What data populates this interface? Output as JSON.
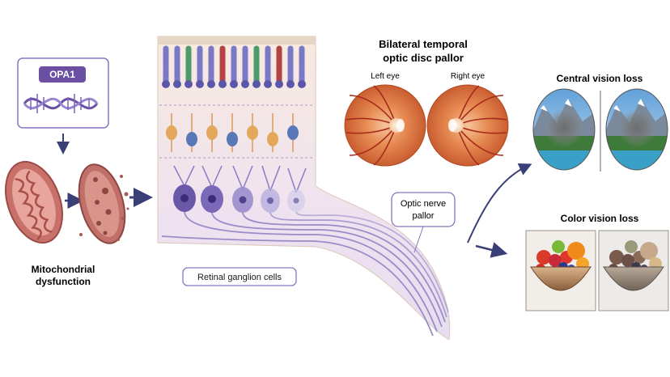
{
  "gene": {
    "label": "OPA1"
  },
  "mito": {
    "caption_line1": "Mitochondrial",
    "caption_line2": "dysfunction"
  },
  "retina": {
    "caption": "Retinal ganglion cells"
  },
  "optic_disc": {
    "title_line1": "Bilateral temporal",
    "title_line2": "optic disc pallor",
    "left_label": "Left eye",
    "right_label": "Right eye"
  },
  "optic_nerve": {
    "label_line1": "Optic nerve",
    "label_line2": "pallor"
  },
  "central_vision": {
    "title": "Central vision loss"
  },
  "color_vision": {
    "title": "Color vision loss"
  },
  "colors": {
    "gene_purple": "#6a4fa3",
    "gene_border": "#8a73c2",
    "mito_red": "#b9645c",
    "fundus_orange": "#e07a40",
    "arrow_navy": "#3b3f78",
    "axon_purple": "#9a8cc8"
  }
}
